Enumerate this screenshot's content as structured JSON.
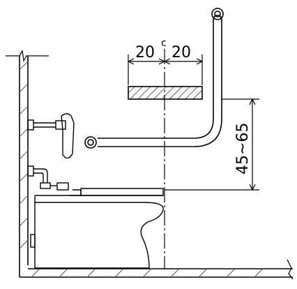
{
  "drawing": {
    "dimension_width_left": "20",
    "dimension_width_right": "20",
    "dimension_height_range": "45~65",
    "centerline_symbol": "c"
  }
}
